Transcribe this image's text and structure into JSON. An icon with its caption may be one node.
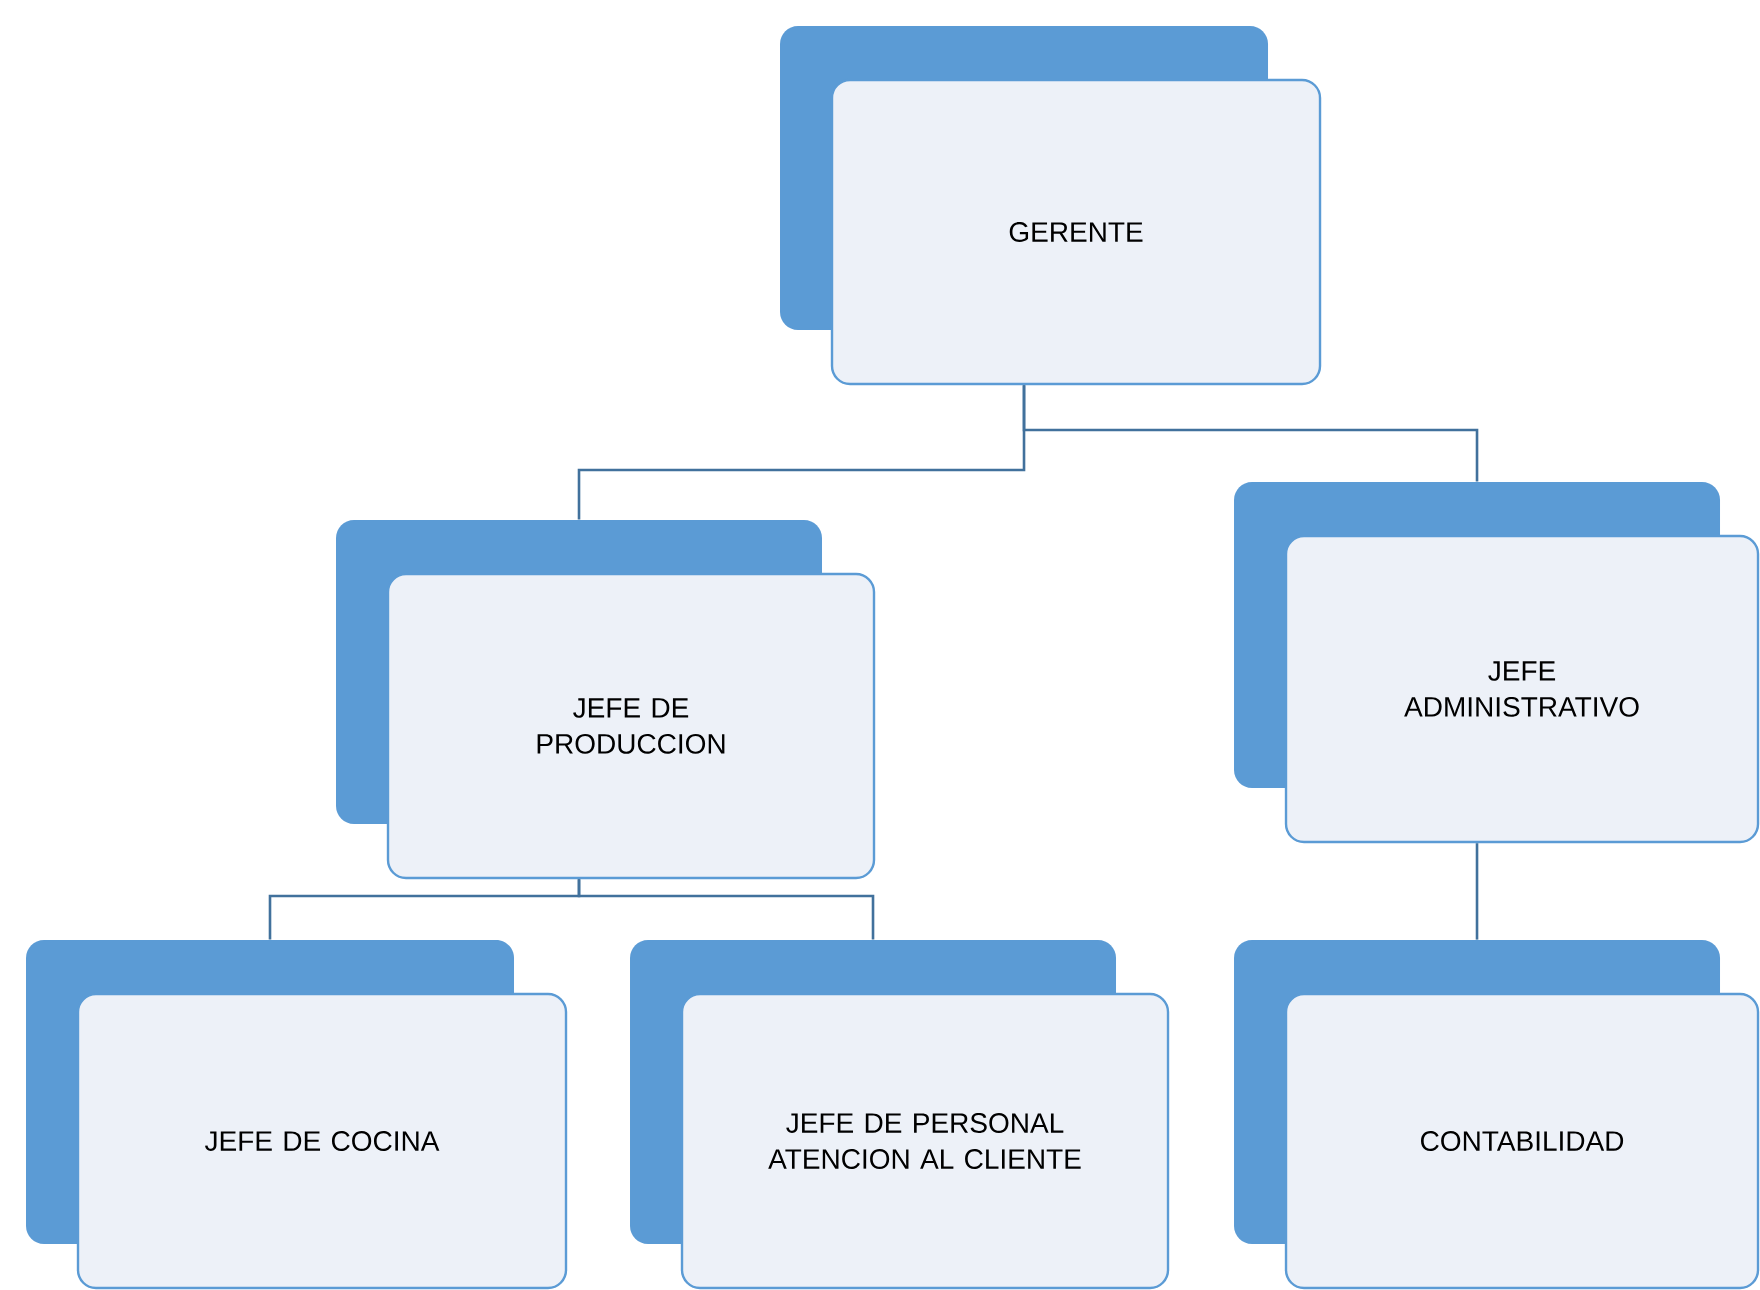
{
  "diagram": {
    "nodes": [
      {
        "text": [
          "GERENTE"
        ]
      },
      {
        "text": [
          "JEFE DE PRODUCCION"
        ]
      },
      {
        "text": [
          "JEFE ADMINISTRATIVO"
        ]
      },
      {
        "text": [
          "JEFE DE COCINA"
        ]
      },
      {
        "text": [
          "JEFE DE PERSONAL ATENCION AL CLIENTE"
        ]
      },
      {
        "text": [
          "CONTABILIDAD"
        ]
      }
    ],
    "edges": [
      {
        "from": 0,
        "to": 1,
        "arrow": "none"
      },
      {
        "from": 0,
        "to": 2,
        "arrow": "none"
      },
      {
        "from": 1,
        "to": 3,
        "arrow": "none"
      },
      {
        "from": 1,
        "to": 4,
        "arrow": "none"
      },
      {
        "from": 2,
        "to": 5,
        "arrow": "none"
      }
    ]
  }
}
